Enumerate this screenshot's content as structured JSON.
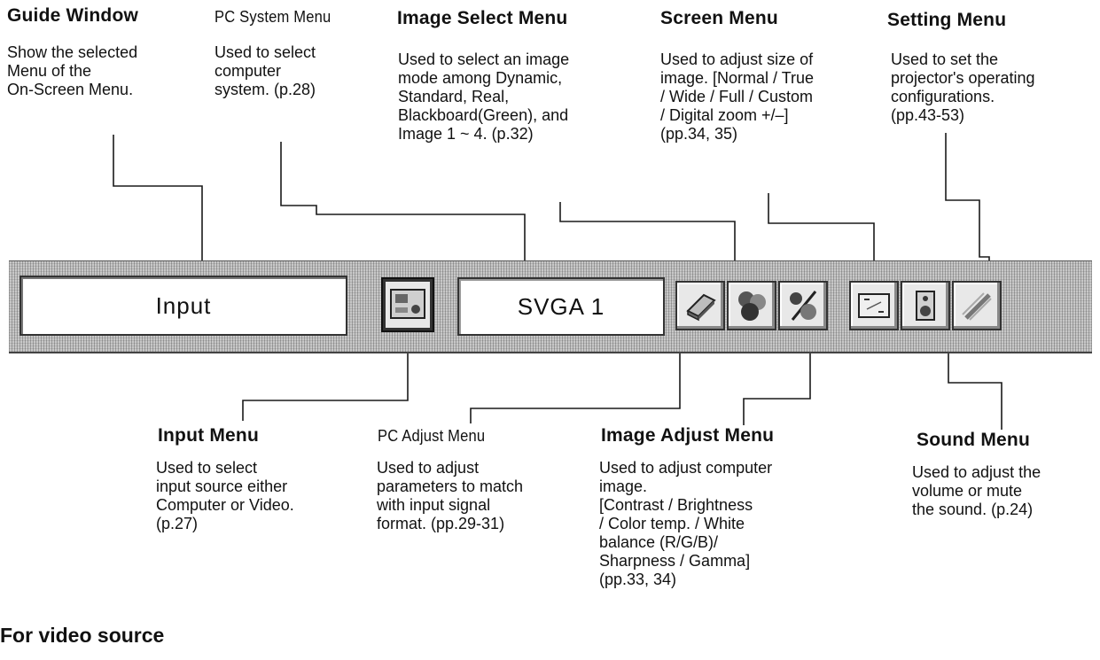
{
  "menu_bar": {
    "guide_window_text": "Input",
    "pc_system_text": "SVGA 1"
  },
  "callouts": {
    "guide_window": {
      "title": "Guide Window",
      "desc": "Show the selected\nMenu of the\nOn-Screen Menu."
    },
    "pc_system_menu": {
      "title": "PC System Menu",
      "desc": "Used to select\ncomputer\nsystem.  (p.28)"
    },
    "image_select_menu": {
      "title": "Image Select Menu",
      "desc": "Used to select an image\nmode among Dynamic,\nStandard, Real,\nBlackboard(Green), and\nImage 1 ~ 4.  (p.32)"
    },
    "screen_menu": {
      "title": "Screen Menu",
      "desc": "Used to adjust size of\nimage.  [Normal / True\n/ Wide / Full / Custom\n/ Digital zoom +/–]\n(pp.34, 35)"
    },
    "setting_menu": {
      "title": "Setting Menu",
      "desc": "Used to set the\nprojector's operating\nconfigurations.\n (pp.43-53)"
    },
    "input_menu": {
      "title": "Input Menu",
      "desc": "Used to select\ninput source either\nComputer or Video.\n(p.27)"
    },
    "pc_adjust_menu": {
      "title": "PC Adjust Menu",
      "desc": "Used to adjust\nparameters to match\nwith input signal\nformat.  (pp.29-31)"
    },
    "image_adjust_menu": {
      "title": "Image Adjust Menu",
      "desc": "Used to adjust computer\nimage.\n[Contrast / Brightness\n/ Color temp. / White\nbalance (R/G/B)/\nSharpness / Gamma]\n(pp.33, 34)"
    },
    "sound_menu": {
      "title": "Sound Menu",
      "desc": "Used to adjust the\nvolume or mute\nthe sound.  (p.24)"
    }
  },
  "footer_heading": "For video source",
  "icons": [
    "input-icon",
    "pc-adjust-icon",
    "image-select-icon",
    "image-adjust-icon",
    "screen-icon",
    "sound-icon",
    "setting-icon"
  ]
}
